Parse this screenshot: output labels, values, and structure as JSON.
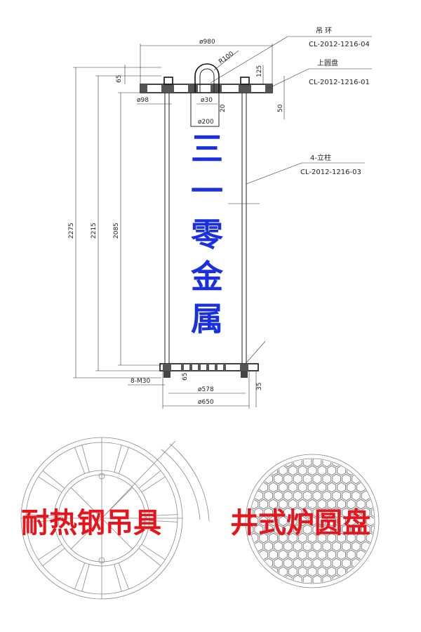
{
  "drawing": {
    "dims": {
      "d980": "ø980",
      "r100": "R100",
      "h125": "125",
      "h65_top": "65",
      "d98": "ø98",
      "d30": "ø30",
      "h50": "50",
      "h20": "20",
      "d200": "ø200",
      "h2275": "2275",
      "h2215": "2215",
      "h2085": "2085",
      "m30": "8-M30",
      "h65_bot": "65",
      "d578": "ø578",
      "h35": "35",
      "d650": "ø650"
    },
    "parts": {
      "lifting_ring_name": "吊 环",
      "lifting_ring_code": "CL-2012-1216-04",
      "upper_disc_name": "上圆盘",
      "upper_disc_code": "CL-2012-1216-01",
      "column_name": "4-立柱",
      "column_code": "CL-2012-1216-03"
    },
    "watermark_chars": [
      "三",
      "一",
      "零",
      "金",
      "属"
    ]
  },
  "captions": {
    "left": "耐热钢吊具",
    "right": "井式炉圆盘"
  },
  "colors": {
    "watermark": "#1a2fe0",
    "caption": "#e8141b"
  }
}
